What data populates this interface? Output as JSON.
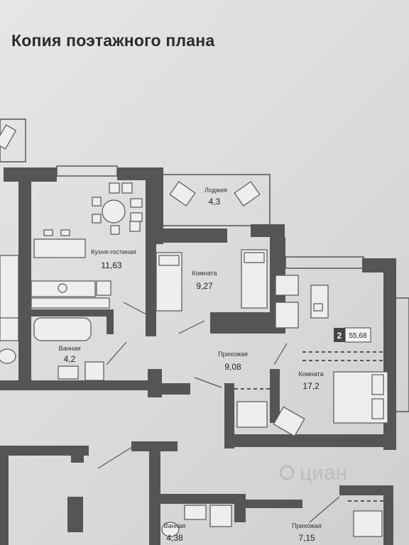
{
  "title": "Копия поэтажного плана",
  "rooms": [
    {
      "name": "Лоджия",
      "area": "4,3"
    },
    {
      "name": "Кухня-гостиная",
      "area": "11,63"
    },
    {
      "name": "Комната",
      "area": "9,27"
    },
    {
      "name": "Ванная",
      "area": "4,2"
    },
    {
      "name": "Прихожая",
      "area": "9,08"
    },
    {
      "name": "Комната",
      "area": "17,2"
    },
    {
      "name": "Ванная",
      "area": "4,38"
    },
    {
      "name": "Прихожая",
      "area": "7,15"
    }
  ],
  "apartment": {
    "rooms_count": "2",
    "total_area": "55,68"
  },
  "watermark": "циан"
}
